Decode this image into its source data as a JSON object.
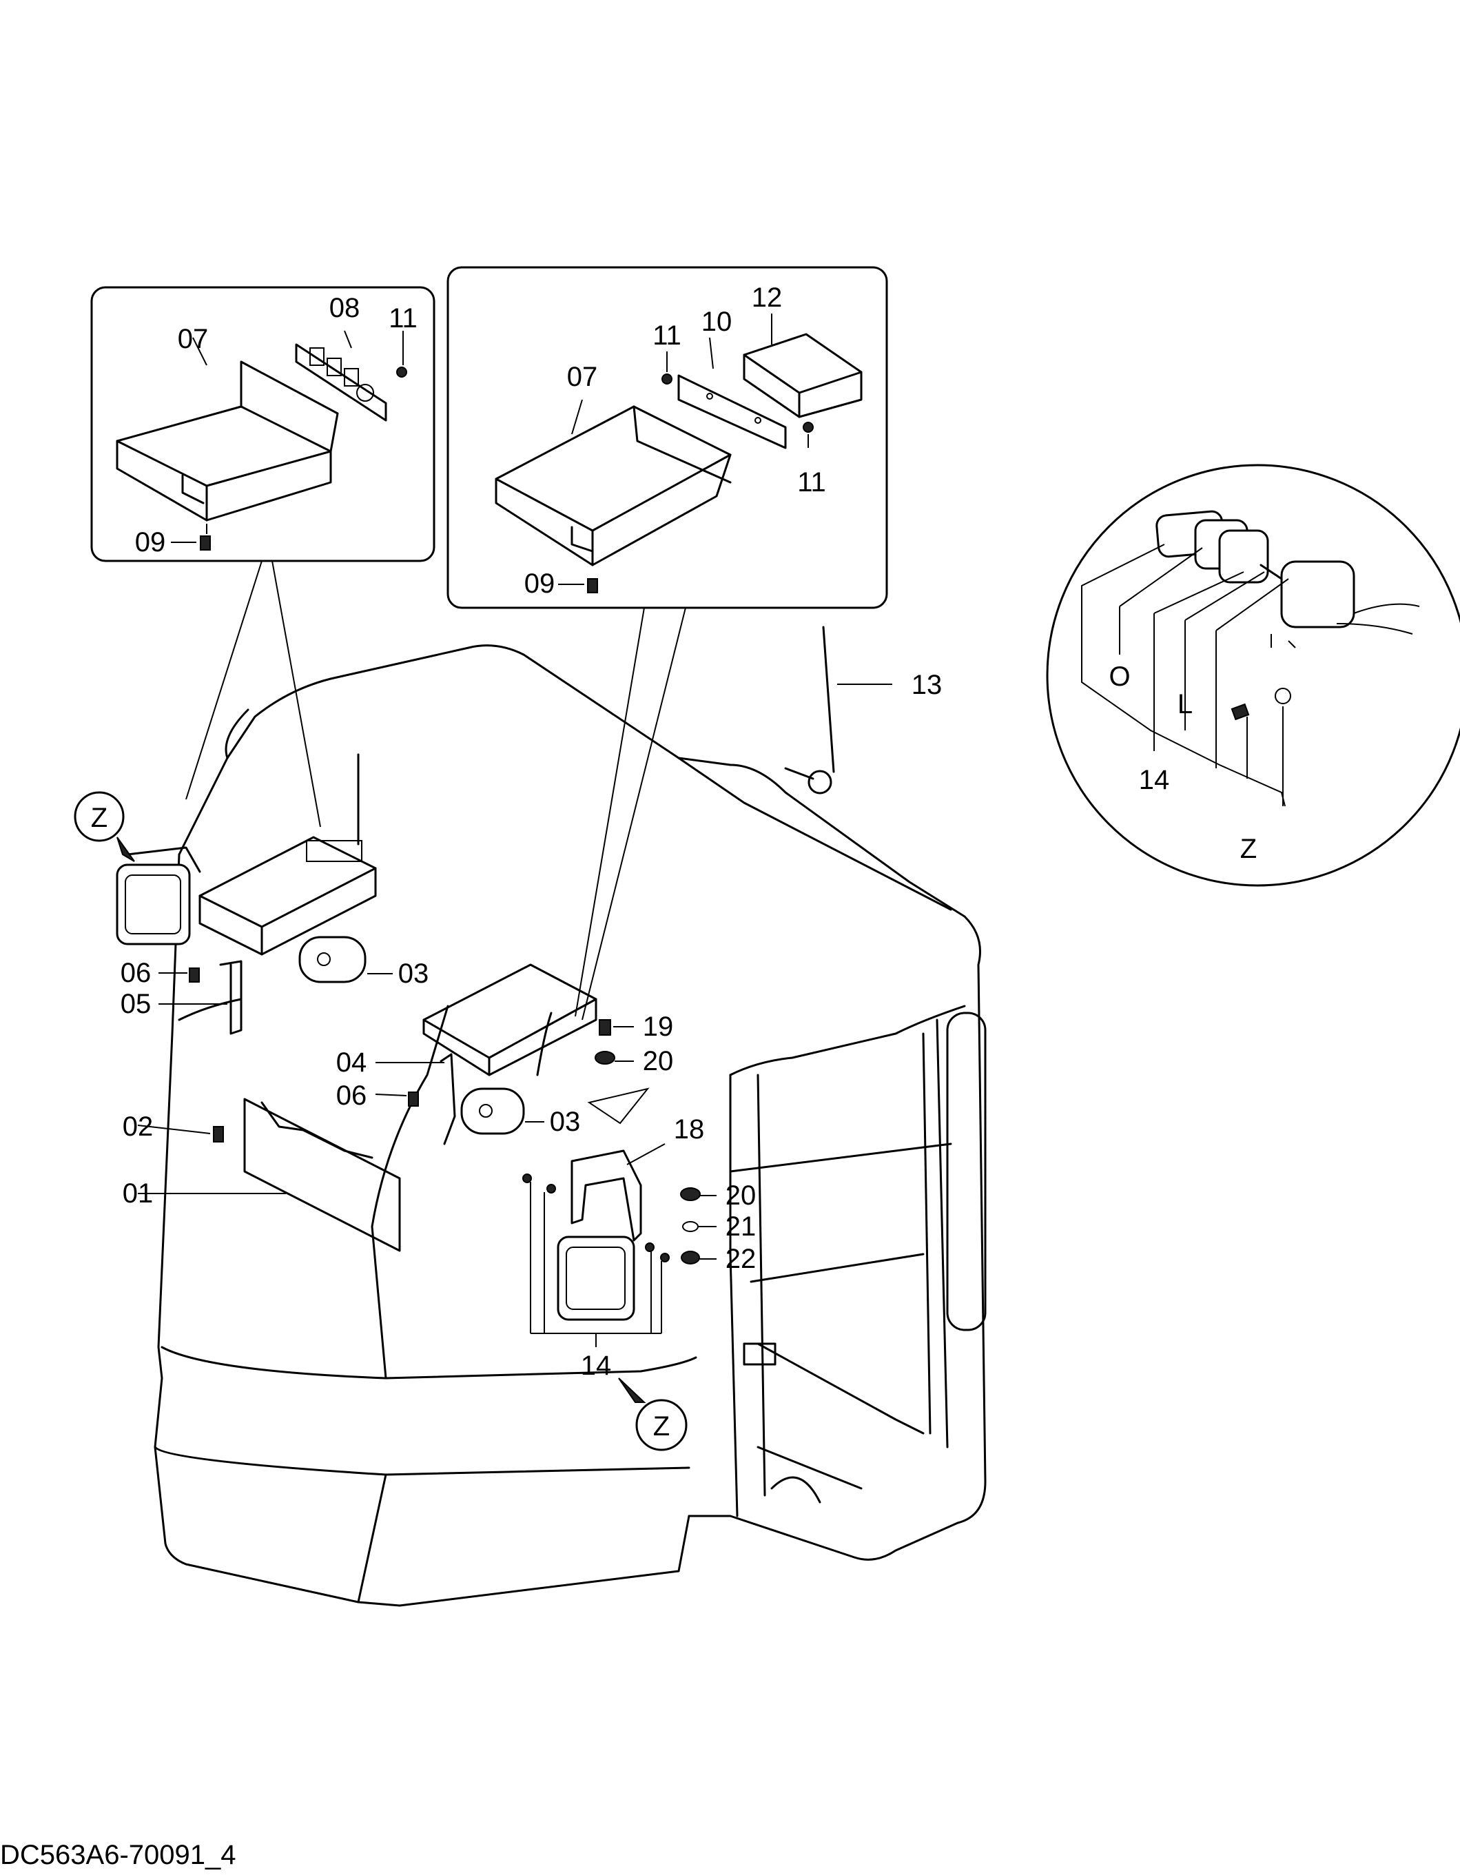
{
  "labels": {
    "l01": "01",
    "l02": "02",
    "l03a": "03",
    "l03b": "03",
    "l04": "04",
    "l05": "05",
    "l06a": "06",
    "l06b": "06",
    "l07a": "07",
    "l07b": "07",
    "l08": "08",
    "l09a": "09",
    "l09b": "09",
    "l10": "10",
    "l11a": "11",
    "l11b": "11",
    "l11c": "11",
    "l12": "12",
    "l13": "13",
    "l14a": "14",
    "l14b": "14",
    "l18": "18",
    "l19": "19",
    "l20a": "20",
    "l20b": "20",
    "l21": "21",
    "l22": "22",
    "lO": "O",
    "lL": "L"
  },
  "callouts": {
    "z_top": "Z",
    "z_bottom": "Z",
    "z_detail": "Z"
  },
  "drawing_code": "DC563A6-70091_4"
}
